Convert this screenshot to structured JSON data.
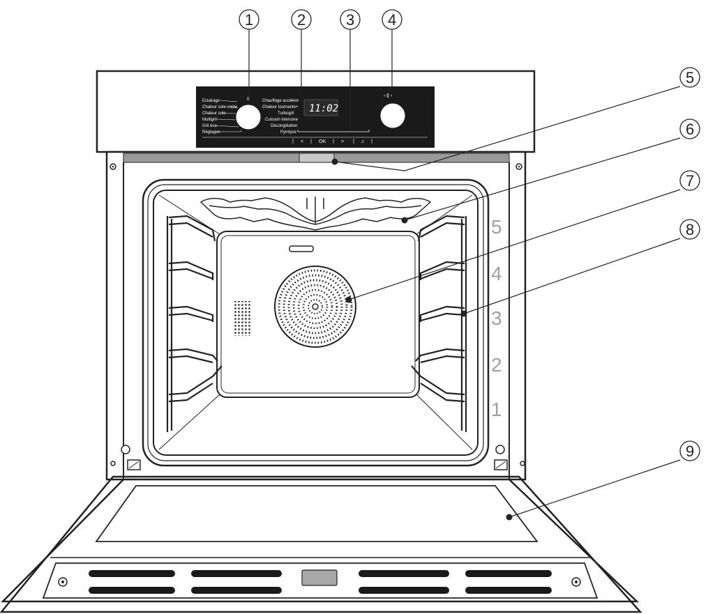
{
  "callouts": [
    {
      "num": "1"
    },
    {
      "num": "2"
    },
    {
      "num": "3"
    },
    {
      "num": "4"
    },
    {
      "num": "5"
    },
    {
      "num": "6"
    },
    {
      "num": "7"
    },
    {
      "num": "8"
    },
    {
      "num": "9"
    }
  ],
  "display": {
    "time": "11:02"
  },
  "dial_labels_left": [
    "Eclairage",
    "Chaleur sole-voûte",
    "Chaleur sole",
    "Multigril",
    "Gril éco",
    "Réglages"
  ],
  "dial_labels_right": [
    "Chauffage accéléré",
    "Chaleur tournante+",
    "Turbogril",
    "Cuisson intensive",
    "Décongélation",
    "Pyrolyse"
  ],
  "dial_zero": "0",
  "buttons": {
    "left": "<",
    "ok": "OK",
    "right": ">",
    "bell": "♫"
  },
  "temp_knob_label": "‹ ⸨ ›",
  "levels": [
    "5",
    "4",
    "3",
    "2",
    "1"
  ]
}
